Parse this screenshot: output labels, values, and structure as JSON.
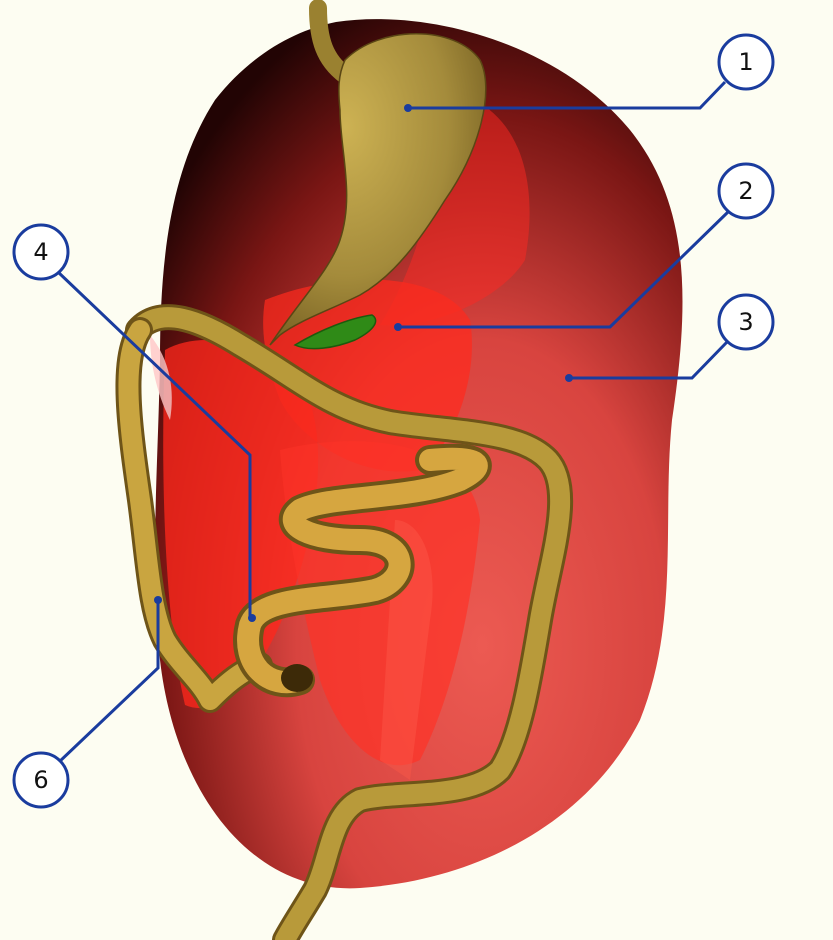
{
  "colors": {
    "background": "#fdfdf2",
    "cavity_light": "#ea4a44",
    "cavity_dark": "#2a0606",
    "organ_red": "#ff2a1e",
    "gut_tube": "#b89a3a",
    "gut_tube_dark": "#6e5418",
    "stomach": "#a58c3c",
    "gallbladder": "#2f8a17",
    "leader": "#1a3c9e"
  },
  "callouts": [
    {
      "id": "1",
      "label": "1",
      "target": "stomach"
    },
    {
      "id": "2",
      "label": "2",
      "target": "gallbladder-duct"
    },
    {
      "id": "3",
      "label": "3",
      "target": "body-cavity"
    },
    {
      "id": "4",
      "label": "4",
      "target": "small-intestine-loops"
    },
    {
      "id": "6",
      "label": "6",
      "target": "intestine-descending"
    }
  ]
}
